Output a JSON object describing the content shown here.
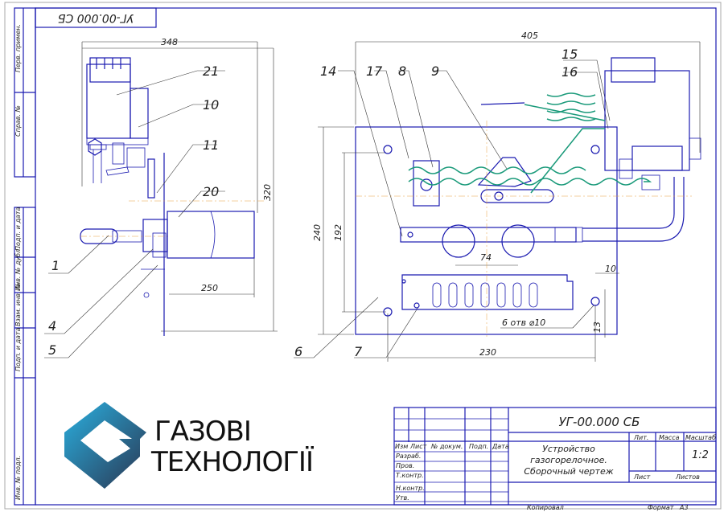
{
  "drawing": {
    "designation": "УГ-00.000 СБ",
    "stamp_rotated": "УГ-00.000 СБ",
    "title_lines": [
      "Устройство",
      "газогорелочное.",
      "Сборочный чертеж"
    ],
    "scale": "1:2",
    "copied": "Копировал",
    "format_label": "Формат",
    "format": "А3"
  },
  "title_block": {
    "headers": [
      "Изм",
      "Лист",
      "№ докум.",
      "Подп.",
      "Дата"
    ],
    "rows": [
      "Разраб.",
      "Пров.",
      "Т.контр.",
      "",
      "Н.контр.",
      "Утв."
    ],
    "lit": "Лит.",
    "mass": "Масса",
    "scale_label": "Масштаб",
    "sheet": "Лист",
    "sheets": "Листов"
  },
  "side_strip": [
    "Перв. примен.",
    "Справ. №",
    "Подп. и дата",
    "Инв. № дубл.",
    "Взам. инв. №",
    "Подп. и дата",
    "Инв. № подл."
  ],
  "callouts": [
    "21",
    "10",
    "11",
    "20",
    "1",
    "4",
    "5",
    "14",
    "17",
    "8",
    "9",
    "15",
    "16",
    "6",
    "7"
  ],
  "dimensions": {
    "side_width": "348",
    "side_height": "320",
    "tube_length": "250",
    "front_width": "405",
    "plate_height": "240",
    "hole_spacing_v": "192",
    "burner_spacing": "74",
    "edge_offset": "10",
    "edge_offset_v": "13",
    "hole_spacing_h": "230",
    "holes_note": "6 отв ⌀10"
  },
  "logo": {
    "line1": "ГАЗОВІ",
    "line2": "ТЕХНОЛОГІЇ",
    "colors": [
      "#2aa8dc",
      "#2a3a5a"
    ]
  }
}
